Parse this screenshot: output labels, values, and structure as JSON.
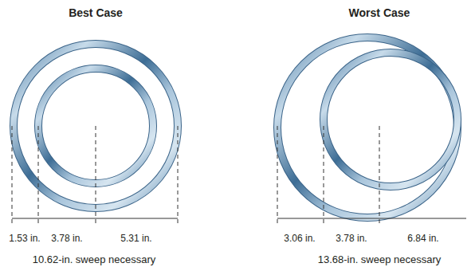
{
  "diagram": {
    "labels": [
      "Best Case",
      "1.53 in.",
      "3.78 in.",
      "5.31 in.",
      "10.62-in. sweep necessary",
      "Worst Case",
      "3.06 in.",
      "3.78 in.",
      "6.84 in.",
      "13.68-in. sweep necessary"
    ]
  }
}
